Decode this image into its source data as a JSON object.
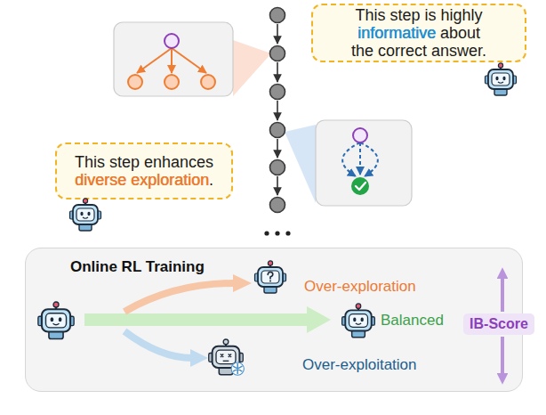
{
  "diagram": {
    "nodes": [
      {
        "text": [
          "This step is highly informative about the correct answer."
        ]
      },
      {
        "text": [
          "This step enhances diverse exploration."
        ]
      },
      {
        "text": [
          "Online RL Training"
        ]
      },
      {
        "text": [
          "IB-Score"
        ],
        "in": 2
      }
    ],
    "labels": [
      "Over-exploration",
      "Balanced",
      "Over-exploitation"
    ]
  }
}
